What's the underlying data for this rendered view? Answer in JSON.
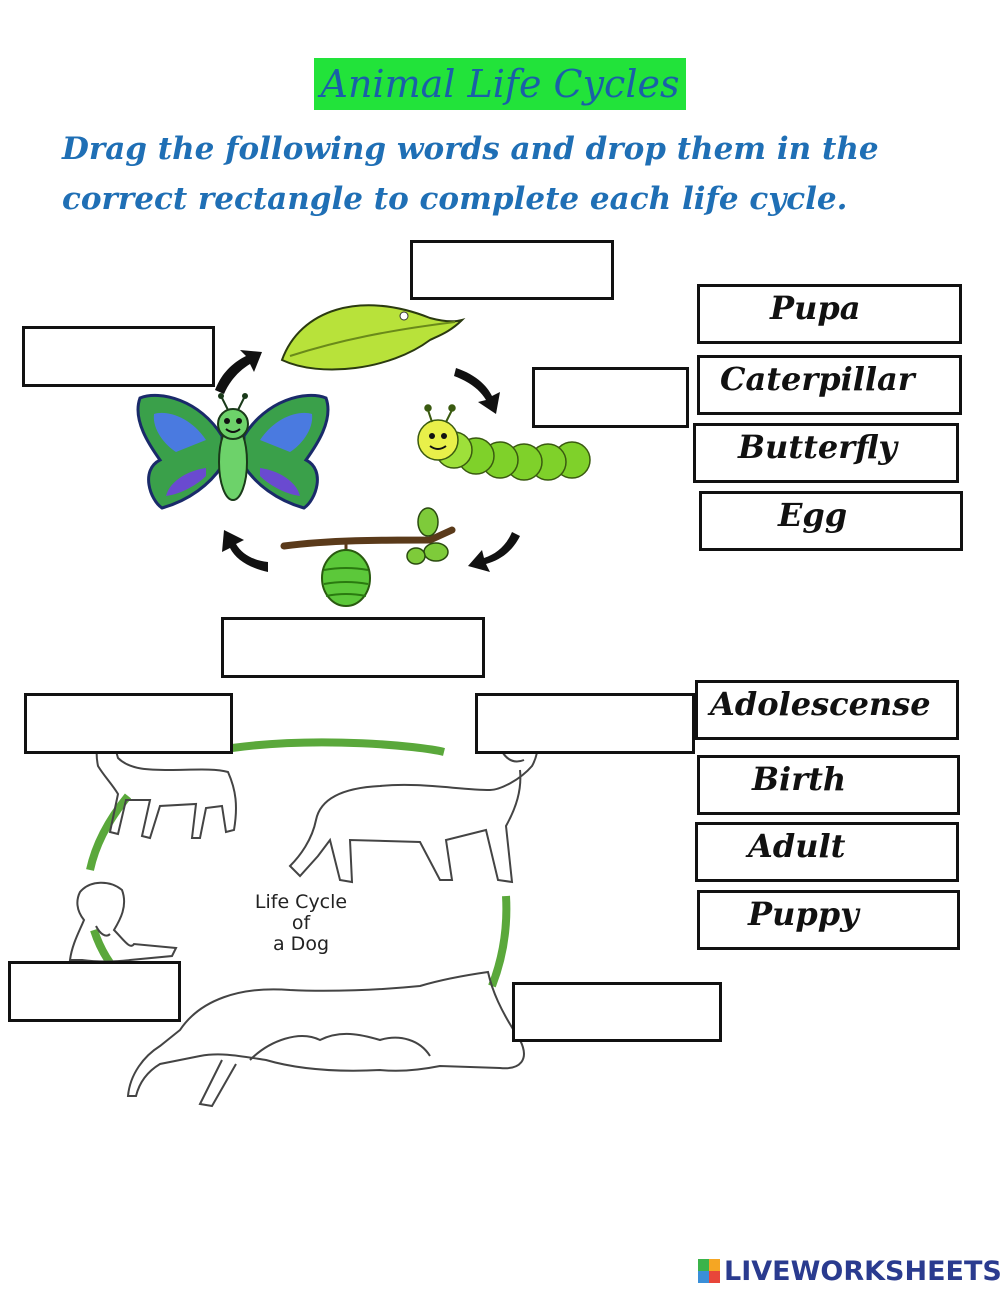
{
  "worksheet": {
    "title": "Animal Life Cycles",
    "instruction_line1": "Drag the following words and drop them in the",
    "instruction_line2": "correct rectangle to complete each life cycle."
  },
  "butterfly_words": [
    "Pupa",
    "Caterpillar",
    "Butterfly",
    "Egg"
  ],
  "dog_words": [
    "Adolescense",
    "Birth",
    "Adult",
    "Puppy"
  ],
  "dog_diagram": {
    "line1": "Life Cycle",
    "line2": "of",
    "line3": "a Dog"
  },
  "brand": {
    "name": "LIVEWORKSHEETS"
  },
  "colors": {
    "title_bg": "#22e33a",
    "title_text": "#1a5fa8",
    "instruction_text": "#1f6fb5",
    "cycle_ring": "#5aa83b",
    "brand_text": "#2a3b8f"
  }
}
